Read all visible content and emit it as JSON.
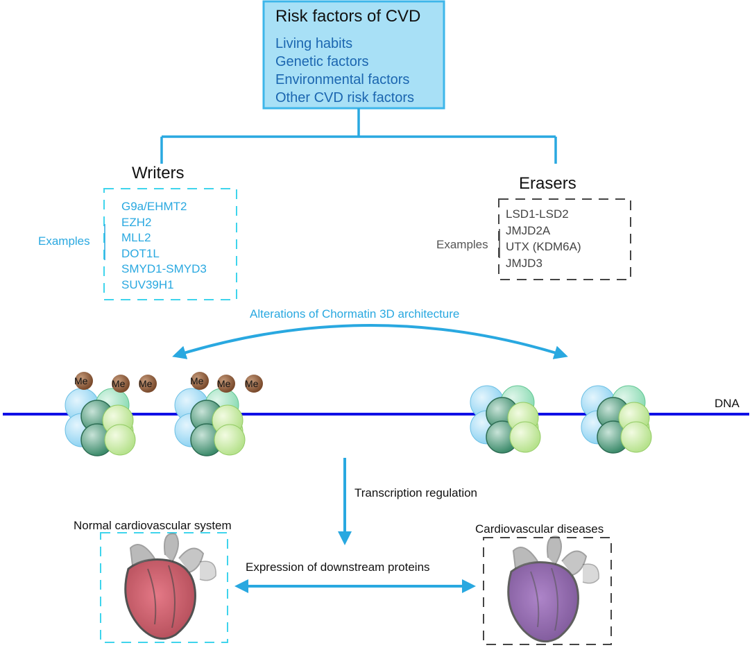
{
  "risk_box": {
    "title": "Risk factors of CVD",
    "items": [
      "Living habits",
      "Genetic factors",
      "Environmental factors",
      "Other CVD risk factors"
    ]
  },
  "writers": {
    "title": "Writers",
    "examples_label": "Examples",
    "items": [
      "G9a/EHMT2",
      "EZH2",
      "MLL2",
      "DOT1L",
      "SMYD1-SMYD3",
      "SUV39H1"
    ]
  },
  "erasers": {
    "title": "Erasers",
    "examples_label": "Examples",
    "items": [
      "LSD1-LSD2",
      "JMJD2A",
      "UTX (KDM6A)",
      "JMJD3"
    ]
  },
  "chromatin_label": "Alterations of Chormatin 3D architecture",
  "methyl_label": "Me",
  "dna_label": "DNA",
  "transcription_label": "Transcription regulation",
  "normal_label": "Normal cardiovascular system",
  "cvd_label": "Cardiovascular diseases",
  "expression_label": "Expression of downstream proteins",
  "colors": {
    "accent_blue": "#29a8e0",
    "dark_blue_text": "#1b66b0",
    "risk_box_fill": "#a8e0f6",
    "dna": "#1010e6",
    "methyl": "#8b5a3c",
    "normal_heart": "#c24052",
    "disease_heart": "#7a4e9a"
  }
}
